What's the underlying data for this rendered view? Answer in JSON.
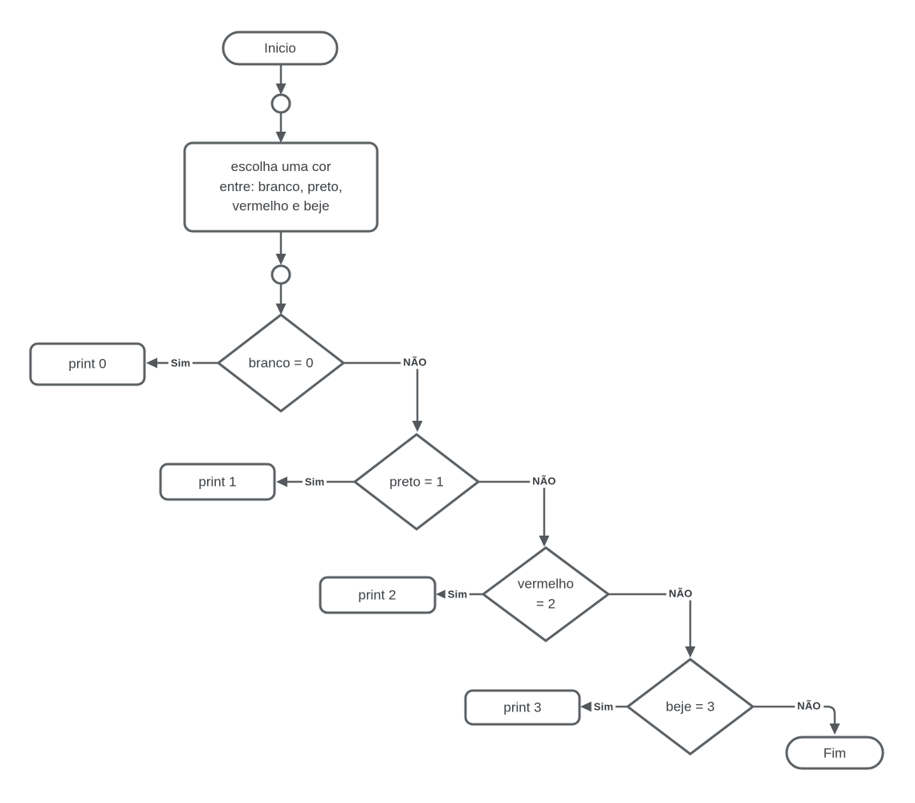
{
  "diagram": {
    "type": "flowchart",
    "colors": {
      "background": "#ffffff",
      "shape_stroke": "#5c6165",
      "connector": "#5c6165",
      "node_text": "#3d4145",
      "edge_label_text": "#393d41"
    },
    "nodes": {
      "start": {
        "shape": "terminator",
        "label": "Inicio"
      },
      "connector_1": {
        "shape": "circle"
      },
      "choose_color": {
        "shape": "process",
        "lines": [
          "escolha uma cor",
          "entre: branco, preto,",
          "vermelho e beje"
        ]
      },
      "connector_2": {
        "shape": "circle"
      },
      "decision_branco": {
        "shape": "decision",
        "label": "branco = 0"
      },
      "print_0": {
        "shape": "process",
        "label": "print 0"
      },
      "decision_preto": {
        "shape": "decision",
        "label": "preto = 1"
      },
      "print_1": {
        "shape": "process",
        "label": "print 1"
      },
      "decision_vermelho": {
        "shape": "decision",
        "lines": [
          "vermelho",
          "= 2"
        ]
      },
      "print_2": {
        "shape": "process",
        "label": "print 2"
      },
      "decision_beje": {
        "shape": "decision",
        "label": "beje = 3"
      },
      "print_3": {
        "shape": "process",
        "label": "print 3"
      },
      "end": {
        "shape": "terminator",
        "label": "Fim"
      }
    },
    "edge_labels": {
      "yes": "Sim",
      "no": "NÃO"
    }
  }
}
